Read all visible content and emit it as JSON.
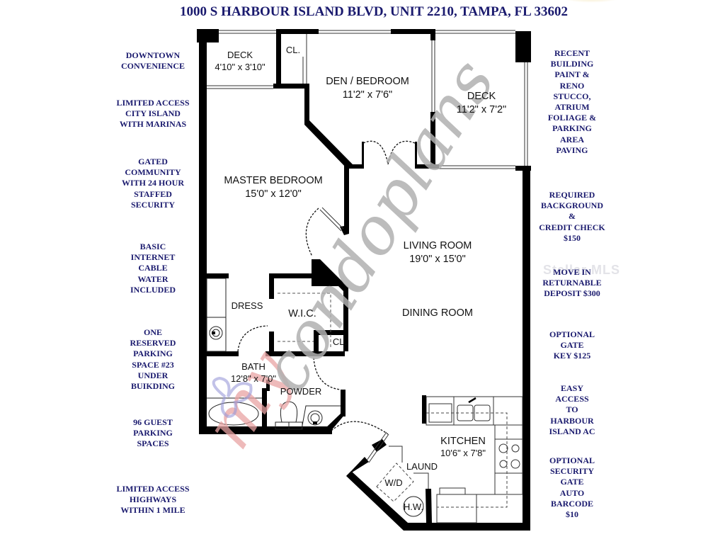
{
  "header": {
    "title": "1000 S HARBOUR ISLAND BLVD, UNIT 2210, TAMPA, FL 33602"
  },
  "colors": {
    "text_navy": "#1a1a6e",
    "wall": "#000000",
    "watermark_gray": "#b5b5b5",
    "watermark_pink": "#e8a3a3",
    "watermark_blue": "#9a9ad8"
  },
  "left_notes": [
    {
      "text": "DOWNTOWN\nCONVENIENCE"
    },
    {
      "text": "LIMITED ACCESS\nCITY ISLAND\nWITH MARINAS"
    },
    {
      "text": "GATED\nCOMMUNITY\nWITH 24 HOUR\nSTAFFED\nSECURITY"
    },
    {
      "text": "BASIC\nINTERNET\nCABLE\nWATER\nINCLUDED"
    },
    {
      "text": "ONE\nRESERVED\nPARKING\nSPACE #23\nUNDER\nBUIKDING"
    },
    {
      "text": "96 GUEST\nPARKING\nSPACES"
    },
    {
      "text": "LIMITED ACCESS\nHIGHWAYS\nWITHIN 1 MILE"
    }
  ],
  "right_notes": [
    {
      "text": "RECENT\nBUILDING\nPAINT &\nRENO\nSTUCCO,\nATRIUM\nFOLIAGE &\nPARKING\nAREA\nPAVING"
    },
    {
      "text": "REQUIRED\nBACKGROUND\n&\nCREDIT CHECK\n$150"
    },
    {
      "text": "MOVE IN\nRETURNABLE\nDEPOSIT $300"
    },
    {
      "text": "OPTIONAL\nGATE\nKEY $125"
    },
    {
      "text": "EASY\nACCESS\nTO\nHARBOUR\nISLAND AC"
    },
    {
      "text": "OPTIONAL\nSECURITY\nGATE\nAUTO\nBARCODE\n$10"
    }
  ],
  "floorplan": {
    "rooms": {
      "deck_small": {
        "name": "DECK",
        "size": "4'10\" x 3'10\""
      },
      "closet_top": {
        "name": "CL."
      },
      "den": {
        "name": "DEN / BEDROOM",
        "size": "11'2\" x 7'6\""
      },
      "deck_large": {
        "name": "DECK",
        "size": "11'2\" x 7'2\""
      },
      "master": {
        "name": "MASTER BEDROOM",
        "size": "15'0\" x 12'0\""
      },
      "living": {
        "name": "LIVING ROOM",
        "size": "19'0\" x 15'0\""
      },
      "dining": {
        "name": "DINING ROOM"
      },
      "dress": {
        "name": "DRESS"
      },
      "wic": {
        "name": "W.I.C."
      },
      "closet_wic": {
        "name": "CL."
      },
      "bath": {
        "name": "BATH",
        "size": "12'8\" x 7'0\""
      },
      "powder": {
        "name": "POWDER"
      },
      "kitchen": {
        "name": "KITCHEN",
        "size": "10'6\" x 7'8\""
      },
      "laund": {
        "name": "LAUND"
      },
      "wd": {
        "name": "W/D"
      },
      "hw": {
        "name": "H.W."
      }
    }
  },
  "watermarks": {
    "brand": "mycondoplans",
    "brand_prefix": "my",
    "brand_rest": "condoplans",
    "mls": "Stellar MLS"
  }
}
